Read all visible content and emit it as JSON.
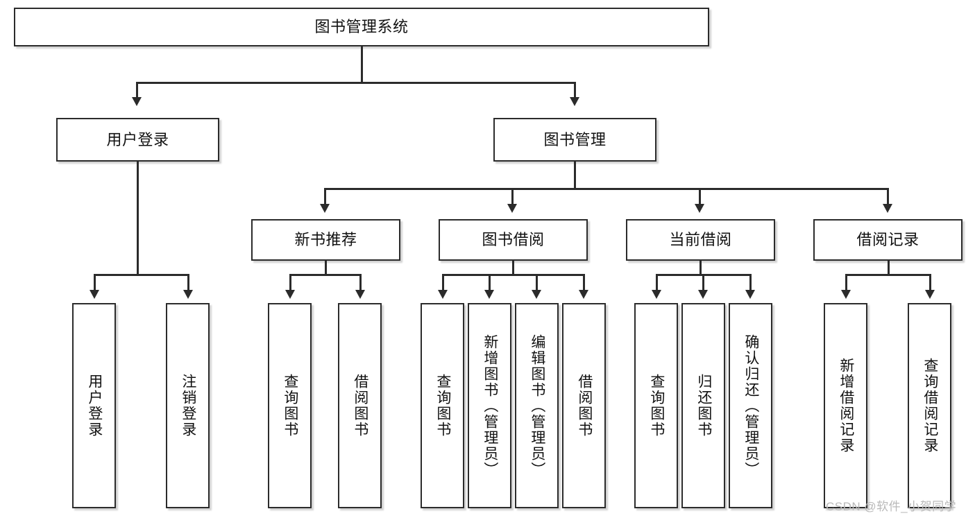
{
  "diagram": {
    "type": "tree-hierarchy",
    "title": "图书管理系统",
    "root": {
      "id": "root",
      "label": "图书管理系统",
      "level": 0
    },
    "level1": [
      {
        "id": "user-login",
        "label": "用户登录",
        "level": 1
      },
      {
        "id": "book-management",
        "label": "图书管理",
        "level": 1
      }
    ],
    "level2": [
      {
        "id": "new-book-recommend",
        "label": "新书推荐",
        "level": 2,
        "parent": "book-management"
      },
      {
        "id": "book-borrow",
        "label": "图书借阅",
        "level": 2,
        "parent": "book-management"
      },
      {
        "id": "current-borrow",
        "label": "当前借阅",
        "level": 2,
        "parent": "book-management"
      },
      {
        "id": "borrow-record",
        "label": "借阅记录",
        "level": 2,
        "parent": "book-management"
      }
    ],
    "leaves": [
      {
        "id": "leaf-user-login",
        "label": "用户登录",
        "parent": "user-login"
      },
      {
        "id": "leaf-user-logout",
        "label": "注销登录",
        "parent": "user-login"
      },
      {
        "id": "leaf-query-book-1",
        "label": "查询图书",
        "parent": "new-book-recommend"
      },
      {
        "id": "leaf-borrow-book-1",
        "label": "借阅图书",
        "parent": "new-book-recommend"
      },
      {
        "id": "leaf-query-book-2",
        "label": "查询图书",
        "parent": "book-borrow"
      },
      {
        "id": "leaf-add-book",
        "label": "新增图书（管理员）",
        "parent": "book-borrow"
      },
      {
        "id": "leaf-edit-book",
        "label": "编辑图书（管理员）",
        "parent": "book-borrow"
      },
      {
        "id": "leaf-borrow-book-2",
        "label": "借阅图书",
        "parent": "book-borrow"
      },
      {
        "id": "leaf-query-book-3",
        "label": "查询图书",
        "parent": "current-borrow"
      },
      {
        "id": "leaf-return-book",
        "label": "归还图书",
        "parent": "current-borrow"
      },
      {
        "id": "leaf-confirm-return",
        "label": "确认归还（管理员）",
        "parent": "current-borrow"
      },
      {
        "id": "leaf-add-record",
        "label": "新增借阅记录",
        "parent": "borrow-record"
      },
      {
        "id": "leaf-query-record",
        "label": "查询借阅记录",
        "parent": "borrow-record"
      }
    ],
    "colors": {
      "stroke": "#2b2b2b",
      "fill": "#ffffff",
      "text": "#111111",
      "watermark": "#b9b9b9"
    }
  },
  "watermark": {
    "text": "CSDN @软件_小贺同学"
  }
}
